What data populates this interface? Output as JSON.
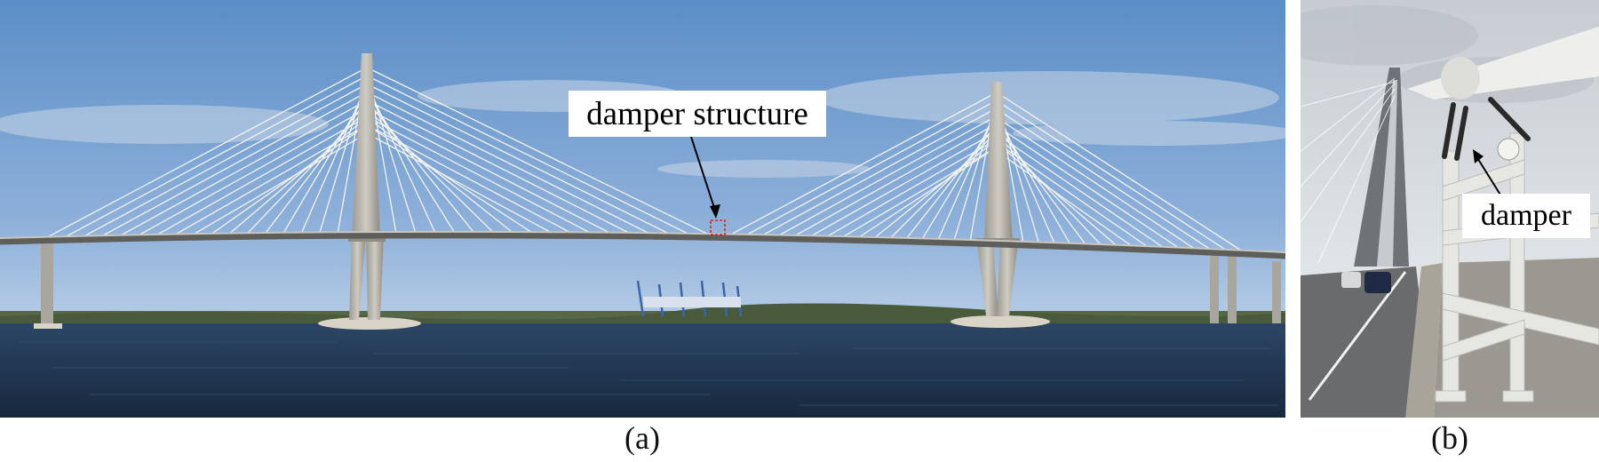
{
  "figure": {
    "panel_a": {
      "caption": "(a)",
      "annotation": "damper structure",
      "scene": "cable-stayed-bridge-panorama"
    },
    "panel_b": {
      "caption": "(b)",
      "annotation": "damper",
      "scene": "bridge-deck-damper-closeup"
    }
  },
  "colors": {
    "sky_top": "#5f8fc6",
    "sky_bottom": "#a9c3df",
    "water": "#1f3550",
    "tower": "#b9b6ad",
    "cable": "#f3f3f0",
    "deck": "#6d6d6a",
    "treeline": "#4b5c3a",
    "highlight_box": "#e02020",
    "cloudy_sky": "#d4d8dc"
  }
}
